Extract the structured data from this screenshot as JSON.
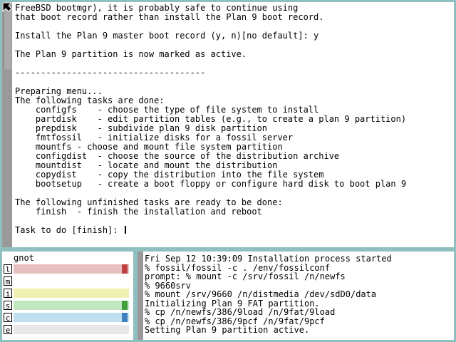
{
  "main_window": {
    "lines": [
      "FreeBSD bootmgr), it is probably safe to continue using",
      "that boot record rather than install the Plan 9 boot record.",
      "",
      "Install the Plan 9 master boot record (y, n)[no default]: y",
      "",
      "The Plan 9 partition is now marked as active.",
      "",
      "-------------------------------------",
      "",
      "Preparing menu...",
      "The following tasks are done:",
      "    configfs    - choose the type of file system to install",
      "    partdisk    - edit partition tables (e.g., to create a plan 9 partition)",
      "    prepdisk    - subdivide plan 9 disk partition",
      "    fmtfossil   - initialize disks for a fossil server",
      "    mountfs - choose and mount file system partition",
      "    configdist  - choose the source of the distribution archive",
      "    mountdist   - locate and mount the distribution",
      "    copydist    - copy the distribution into the file system",
      "    bootsetup   - create a boot floppy or configure hard disk to boot plan 9",
      "",
      "The following unfinished tasks are ready to be done:",
      "    finish  - finish the installation and reboot",
      "",
      "Task to do [finish]: "
    ]
  },
  "gnot": {
    "title": "gnot",
    "rows": [
      {
        "letter": "l",
        "color": "#e8c0c0",
        "level": 0.05
      },
      {
        "letter": "m",
        "color": "#ffffff",
        "level": 0.0
      },
      {
        "letter": "i",
        "color": "#f0f0b0",
        "level": 0.0
      },
      {
        "letter": "s",
        "color": "#c0e8c0",
        "level": 0.05
      },
      {
        "letter": "c",
        "color": "#c0e0f0",
        "level": 0.05
      },
      {
        "letter": "e",
        "color": "#e8e8e8",
        "level": 0.0
      }
    ]
  },
  "log_window": {
    "lines": [
      "Fri Sep 12 10:39:09 Installation process started",
      "% fossil/fossil -c . /env/fossilconf",
      "prompt: % mount -c /srv/fossil /n/newfs",
      "% 9660srv",
      "% mount /srv/9660 /n/distmedia /dev/sdD0/data",
      "Initializing Plan 9 FAT partition.",
      "% cp /n/newfs/386/9load /n/9fat/9load",
      "% cp /n/newfs/386/9pcf /n/9fat/9pcf",
      "Setting Plan 9 partition active."
    ]
  },
  "icons": {
    "cursor": "arrow-pointer-icon"
  },
  "colors": {
    "border": "#8fbfbf",
    "scrollbar": "#999999"
  }
}
